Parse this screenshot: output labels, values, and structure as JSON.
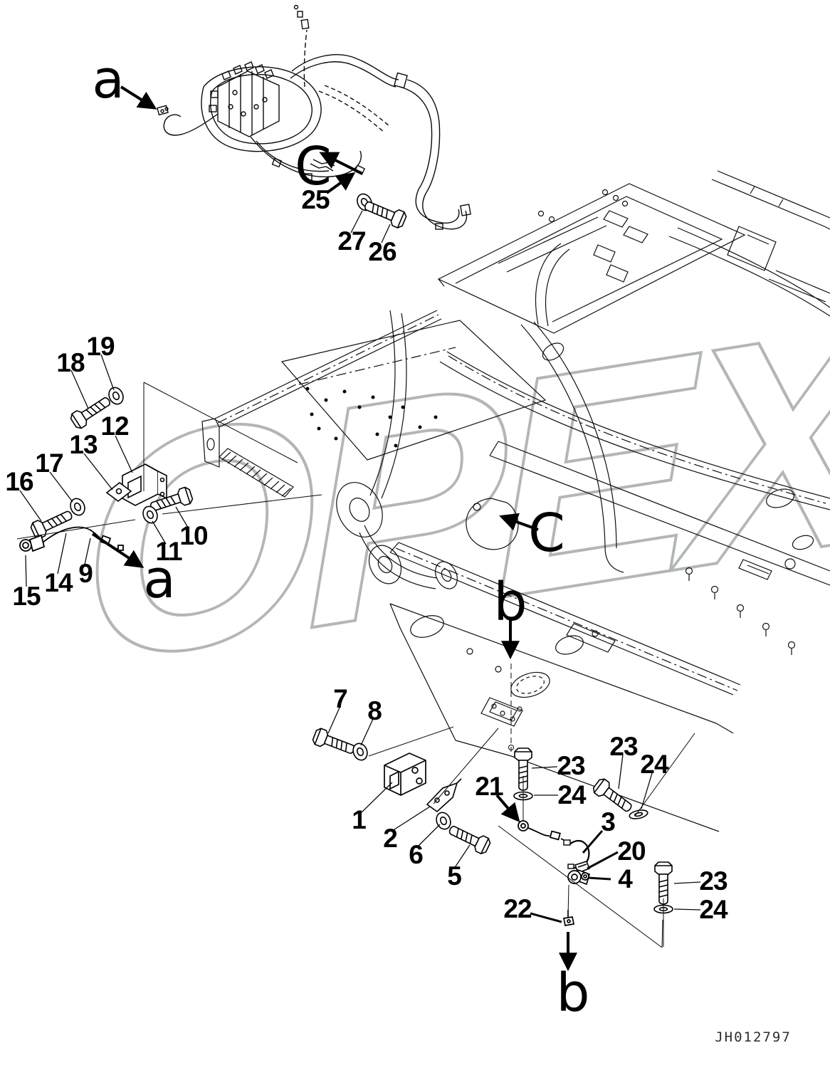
{
  "drawing": {
    "code": "JH012797",
    "watermark": "OPEX"
  },
  "callouts": [
    {
      "id": "view-a-top",
      "text": "a"
    },
    {
      "id": "detail-c-top",
      "text": "C"
    },
    {
      "id": "part-25",
      "text": "25"
    },
    {
      "id": "part-27",
      "text": "27"
    },
    {
      "id": "part-26",
      "text": "26"
    },
    {
      "id": "part-19",
      "text": "19"
    },
    {
      "id": "part-18",
      "text": "18"
    },
    {
      "id": "part-12",
      "text": "12"
    },
    {
      "id": "part-13",
      "text": "13"
    },
    {
      "id": "part-17",
      "text": "17"
    },
    {
      "id": "part-16",
      "text": "16"
    },
    {
      "id": "part-10",
      "text": "10"
    },
    {
      "id": "part-11",
      "text": "11"
    },
    {
      "id": "part-9",
      "text": "9"
    },
    {
      "id": "part-14",
      "text": "14"
    },
    {
      "id": "part-15",
      "text": "15"
    },
    {
      "id": "view-a-mid",
      "text": "a"
    },
    {
      "id": "detail-c-mid",
      "text": "C"
    },
    {
      "id": "view-b-mid",
      "text": "b"
    },
    {
      "id": "part-7",
      "text": "7"
    },
    {
      "id": "part-8",
      "text": "8"
    },
    {
      "id": "part-1",
      "text": "1"
    },
    {
      "id": "part-2",
      "text": "2"
    },
    {
      "id": "part-6",
      "text": "6"
    },
    {
      "id": "part-5",
      "text": "5"
    },
    {
      "id": "part-21",
      "text": "21"
    },
    {
      "id": "part-23-a",
      "text": "23"
    },
    {
      "id": "part-24-a",
      "text": "24"
    },
    {
      "id": "part-23-b",
      "text": "23"
    },
    {
      "id": "part-24-b",
      "text": "24"
    },
    {
      "id": "part-3",
      "text": "3"
    },
    {
      "id": "part-20",
      "text": "20"
    },
    {
      "id": "part-4",
      "text": "4"
    },
    {
      "id": "part-22",
      "text": "22"
    },
    {
      "id": "part-23-c",
      "text": "23"
    },
    {
      "id": "part-24-c",
      "text": "24"
    },
    {
      "id": "view-b-bottom",
      "text": "b"
    }
  ]
}
